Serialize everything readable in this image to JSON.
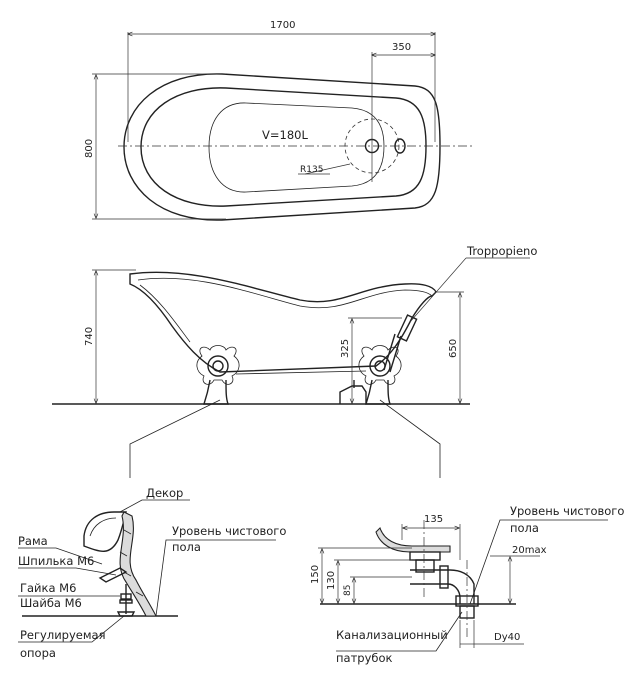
{
  "top_view": {
    "width_label": "1700",
    "offset_label": "350",
    "height_label": "800",
    "volume_label": "V=180L",
    "radius_label": "R135"
  },
  "side_view": {
    "overflow_label": "Troppopieno",
    "height_label": "740",
    "drain_height_label": "325",
    "rim_height_label": "650"
  },
  "foot_detail": {
    "decor": "Декор",
    "frame": "Рама",
    "stud": "Шпилька М6",
    "nut": "Гайка М6",
    "washer": "Шайба М6",
    "floor_level_line1": "Уровень чистового",
    "floor_level_line2": "пола",
    "support_line1": "Регулируемая",
    "support_line2": "опора"
  },
  "drain_detail": {
    "width_label": "135",
    "height_150": "150",
    "height_130": "130",
    "height_85": "85",
    "floor_level_line1": "Уровень чистового",
    "floor_level_line2": "пола",
    "max_label": "20max",
    "sewer_line1": "Канализационный",
    "sewer_line2": "патрубок",
    "dy_label": "Dy40"
  }
}
